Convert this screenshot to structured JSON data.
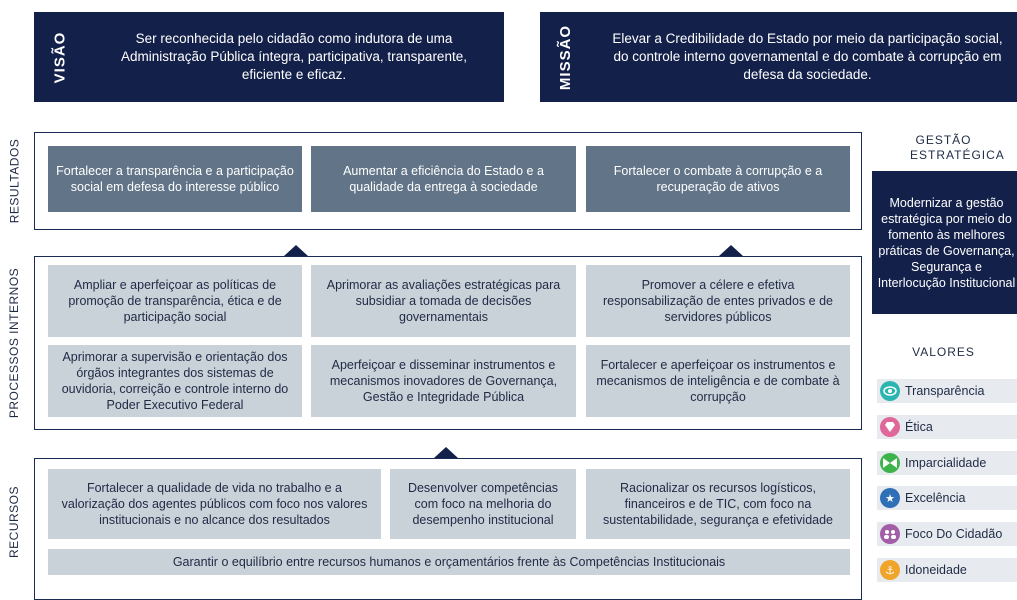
{
  "visao": {
    "label": "VISÃO",
    "text": "Ser reconhecida pelo cidadão como indutora de uma Administração Pública íntegra, participativa, transparente, eficiente e eficaz."
  },
  "missao": {
    "label": "MISSÃO",
    "text": "Elevar a Credibilidade do Estado por meio da participação social, do controle interno governamental e do combate à corrupção em defesa da sociedade."
  },
  "resultados": {
    "label": "RESULTADOS",
    "items": [
      "Fortalecer a transparência e a participação social em defesa do interesse público",
      "Aumentar a eficiência do Estado e a qualidade da entrega à sociedade",
      "Fortalecer o combate à corrupção e a recuperação de ativos"
    ]
  },
  "processos": {
    "label": "PROCESSOS INTERNOS",
    "items": [
      "Ampliar e aperfeiçoar as políticas de promoção de transparência, ética e de participação social",
      "Aprimorar as avaliações estratégicas para subsidiar a tomada de decisões governamentais",
      "Promover a célere e efetiva responsabilização de entes privados e de servidores públicos",
      "Aprimorar a supervisão e orientação dos órgãos integrantes dos sistemas de ouvidoria, correição e controle interno do Poder Executivo Federal",
      "Aperfeiçoar e disseminar instrumentos e mecanismos inovadores de Governança, Gestão e Integridade Pública",
      "Fortalecer e aperfeiçoar os instrumentos e mecanismos de inteligência e de combate à corrupção"
    ]
  },
  "recursos": {
    "label": "RECURSOS",
    "items": [
      "Fortalecer a qualidade de vida no trabalho e a valorização dos agentes públicos com foco nos valores institucionais e no alcance dos resultados",
      "Desenvolver competências com foco na melhoria do desempenho institucional",
      "Racionalizar os recursos logísticos, financeiros e de TIC, com foco na sustentabilidade, segurança e efetividade"
    ],
    "footer": "Garantir o equilíbrio entre recursos humanos e orçamentários frente às Competências Institucionais"
  },
  "gestao": {
    "title": "GESTÃO ESTRATÉGICA",
    "text": "Modernizar a gestão estratégica por meio do fomento às melhores práticas de Governança, Segurança e Interlocução Institucional"
  },
  "valores": {
    "title": "VALORES",
    "items": [
      {
        "label": "Transparência",
        "icon": "eye-icon",
        "color": "#2bb5b0"
      },
      {
        "label": "Ética",
        "icon": "diamond-icon",
        "color": "#e0679a"
      },
      {
        "label": "Imparcialidade",
        "icon": "bowtie-icon",
        "color": "#3cb44b"
      },
      {
        "label": "Excelência",
        "icon": "star-icon",
        "color": "#2f6fb5"
      },
      {
        "label": "Foco Do Cidadão",
        "icon": "people-icon",
        "color": "#a25fa8"
      },
      {
        "label": "Idoneidade",
        "icon": "anchor-icon",
        "color": "#f0a52a"
      }
    ]
  },
  "colors": {
    "navy": "#13204a",
    "dark_card": "#627487",
    "light_card": "#c9d1d9"
  }
}
